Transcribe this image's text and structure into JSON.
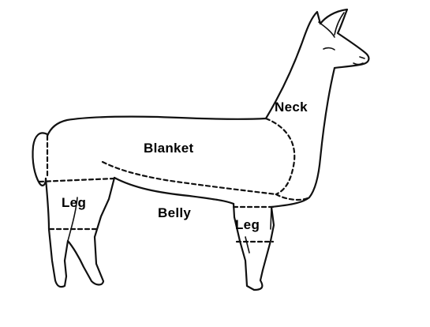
{
  "labels": {
    "neck": "Neck",
    "blanket": "Blanket",
    "belly": "Belly",
    "leg_front": "Leg",
    "leg_back": "Leg"
  }
}
